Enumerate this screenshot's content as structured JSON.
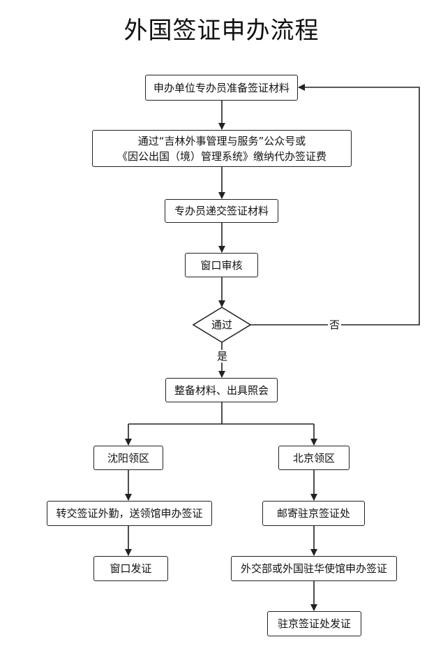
{
  "title": "外国签证申办流程",
  "nodes": {
    "prepare": "申办单位专办员准备签证材料",
    "pay_line1": "通过“吉林外事管理与服务”公众号或",
    "pay_line2": "《因公出国（境）管理系统》缴纳代办签证费",
    "submit": "专办员递交签证材料",
    "review": "窗口审核",
    "decision": "通过",
    "organize": "整备材料、出具照会",
    "shenyang": "沈阳领区",
    "beijing": "北京领区",
    "transfer": "转交签证外勤，送领馆申办签证",
    "mail": "邮寄驻京签证处",
    "embassy": "外交部或外国驻华使馆申办签证",
    "window_issue": "窗口发证",
    "office_issue": "驻京签证处发证"
  },
  "edge_labels": {
    "no": "否",
    "yes": "是"
  },
  "colors": {
    "stroke": "#222222",
    "background": "#ffffff"
  }
}
